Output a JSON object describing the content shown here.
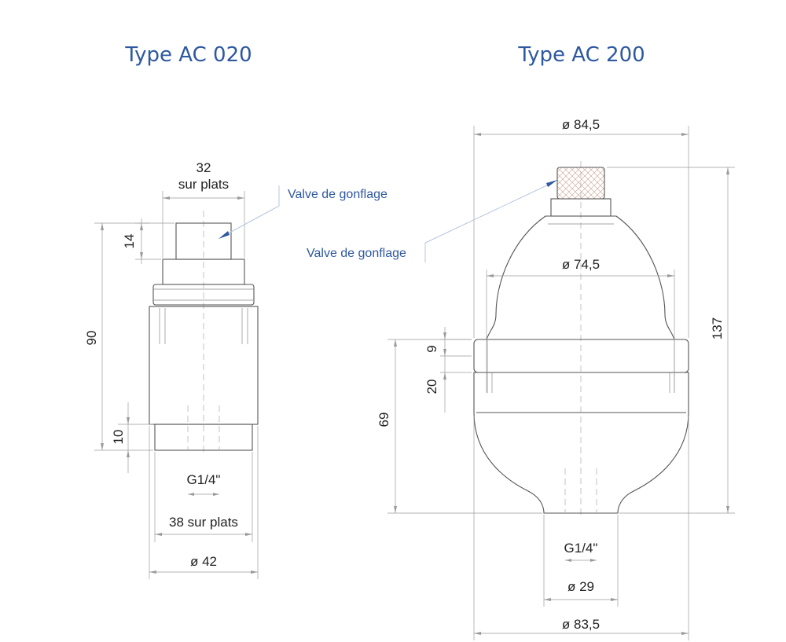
{
  "titles": {
    "left": "Type AC 020",
    "right": "Type AC 200"
  },
  "ac020": {
    "flats_top_value": "32",
    "flats_top_label": "sur plats",
    "valve_label": "Valve de gonflage",
    "dim_14": "14",
    "dim_90": "90",
    "dim_10": "10",
    "thread": "G1/4\"",
    "flats_bottom": "38 sur plats",
    "diameter": "ø 42"
  },
  "ac200": {
    "diameter_top": "ø 84,5",
    "valve_label": "Valve de gonflage",
    "diameter_body": "ø 74,5",
    "dim_9": "9",
    "dim_20": "20",
    "dim_69": "69",
    "dim_137": "137",
    "thread": "G1/4\"",
    "diameter_port": "ø 29",
    "diameter_bottom": "ø 83,5"
  },
  "colors": {
    "title": "#2e58a0",
    "callout": "#2e58a0",
    "lines": "#555555"
  }
}
